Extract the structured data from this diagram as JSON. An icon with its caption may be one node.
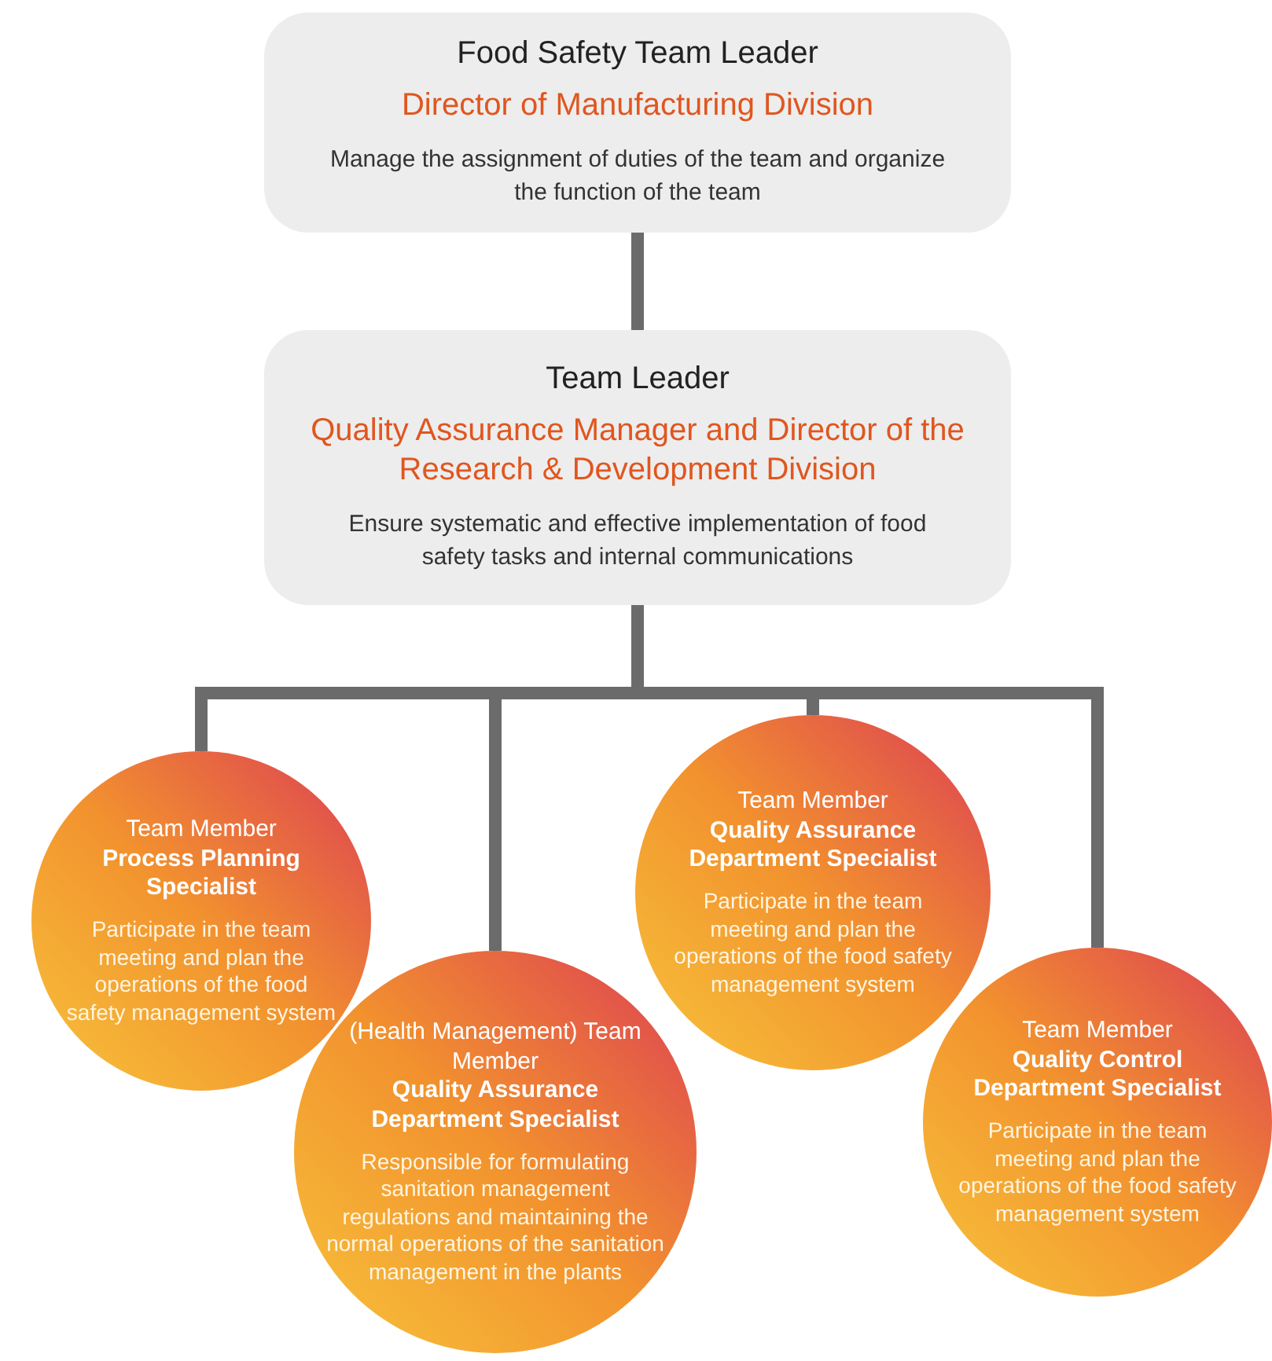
{
  "diagram": {
    "nodes": [
      {
        "text": [
          "Food Safety Team Leader",
          "Director of Manufacturing Division",
          "Manage the assignment of duties of the team and organize the function of the team"
        ]
      },
      {
        "text": [
          "Team Leader",
          "Quality Assurance Manager and Director of the Research & Development Division",
          "Ensure systematic and effective implementation of food safety tasks and internal communications"
        ]
      },
      {
        "text": [
          "Team Member",
          "Process Planning Specialist",
          "Participate in the team meeting and plan the operations of the food safety management system"
        ]
      },
      {
        "text": [
          "(Health Management) Team Member",
          "Quality Assurance Department Specialist",
          "Responsible for formulating sanitation management regulations and maintaining the normal operations of the sanitation management in the plants"
        ]
      },
      {
        "text": [
          "Team Member",
          "Quality Assurance Department Specialist",
          "Participate in the team meeting and plan the operations of the food safety management system"
        ]
      },
      {
        "text": [
          "Team Member",
          "Quality Control Department Specialist",
          "Participate in the team meeting and plan the operations of the food safety management system"
        ]
      }
    ],
    "edges": [
      {
        "from": 0,
        "to": 1,
        "arrow": "none"
      },
      {
        "from": 1,
        "to": 2,
        "arrow": "none"
      },
      {
        "from": 1,
        "to": 3,
        "arrow": "none"
      },
      {
        "from": 1,
        "to": 4,
        "arrow": "none"
      },
      {
        "from": 1,
        "to": 5,
        "arrow": "none"
      }
    ]
  }
}
